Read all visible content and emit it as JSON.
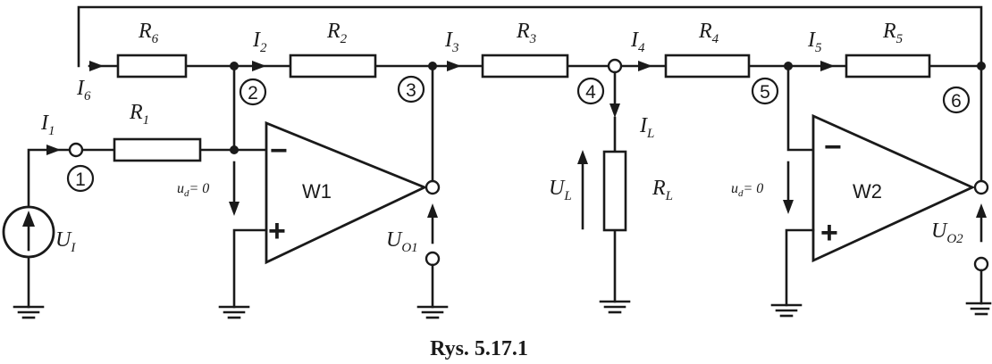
{
  "resistors": {
    "r6": {
      "main": "R",
      "sub": "6"
    },
    "r2": {
      "main": "R",
      "sub": "2"
    },
    "r3": {
      "main": "R",
      "sub": "3"
    },
    "r4": {
      "main": "R",
      "sub": "4"
    },
    "r5": {
      "main": "R",
      "sub": "5"
    },
    "r1": {
      "main": "R",
      "sub": "1"
    },
    "rl": {
      "main": "R",
      "sub": "L"
    }
  },
  "currents": {
    "i1": {
      "main": "I",
      "sub": "1"
    },
    "i2": {
      "main": "I",
      "sub": "2"
    },
    "i3": {
      "main": "I",
      "sub": "3"
    },
    "i4": {
      "main": "I",
      "sub": "4"
    },
    "i5": {
      "main": "I",
      "sub": "5"
    },
    "i6": {
      "main": "I",
      "sub": "6"
    },
    "il": {
      "main": "I",
      "sub": "L"
    }
  },
  "voltages": {
    "ui": {
      "main": "U",
      "sub": "I"
    },
    "ul": {
      "main": "U",
      "sub": "L"
    },
    "uo1": {
      "main": "U",
      "sub": "O1"
    },
    "uo2": {
      "main": "U",
      "sub": "O2"
    },
    "ud1": "u",
    "ud1_sub": "d",
    "ud1_val": "= 0",
    "ud2": "u",
    "ud2_sub": "d",
    "ud2_val": "= 0"
  },
  "opamps": {
    "w1": {
      "name": "W1",
      "minus": "−",
      "plus": "+"
    },
    "w2": {
      "name": "W2",
      "minus": "−",
      "plus": "+"
    }
  },
  "nodes": [
    "1",
    "2",
    "3",
    "4",
    "5",
    "6"
  ],
  "caption": "Rys. 5.17.1"
}
